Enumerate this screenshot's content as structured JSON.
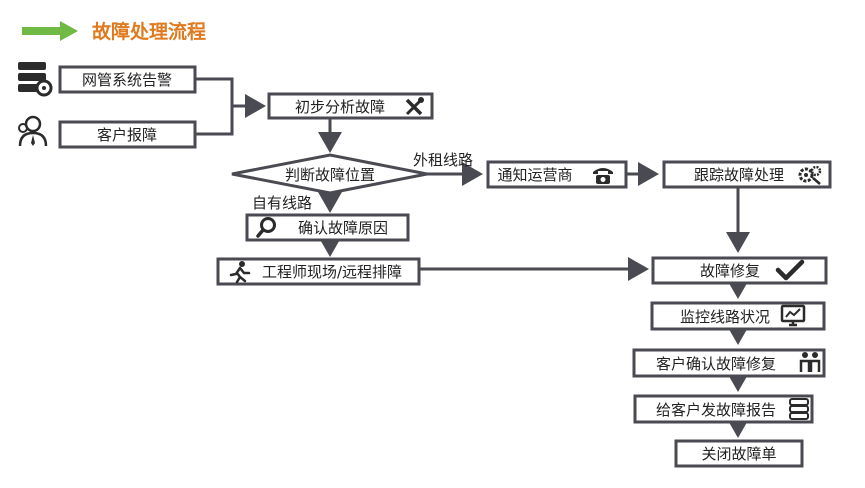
{
  "title": "故障处理流程",
  "colors": {
    "title": "#e07a1f",
    "accent_arrow": "#6fb944",
    "stroke": "#4a4a52"
  },
  "nodes": {
    "network_alarm": "网管系统告警",
    "customer_report": "客户报障",
    "initial_analysis": "初步分析故障",
    "judge_location": "判断故障位置",
    "notify_carrier": "通知运营商",
    "track_processing": "跟踪故障处理",
    "confirm_cause": "确认故障原因",
    "onsite_remote": "工程师现场/远程排障",
    "fault_repair": "故障修复",
    "monitor_status": "监控线路状况",
    "customer_confirm": "客户确认故障修复",
    "send_report": "给客户发故障报告",
    "close_ticket": "关闭故障单"
  },
  "edge_labels": {
    "external_line": "外租线路",
    "own_line": "自有线路"
  },
  "icons": {
    "network_alarm": "server-gear-icon",
    "customer_report": "user-group-icon",
    "initial_analysis": "tools-icon",
    "notify_carrier": "telephone-icon",
    "track_processing": "gears-icon",
    "confirm_cause": "magnifier-icon",
    "onsite_remote": "running-person-icon",
    "fault_repair": "checkmark-icon",
    "monitor_status": "monitor-chart-icon",
    "customer_confirm": "people-icon",
    "send_report": "server-stack-icon"
  }
}
